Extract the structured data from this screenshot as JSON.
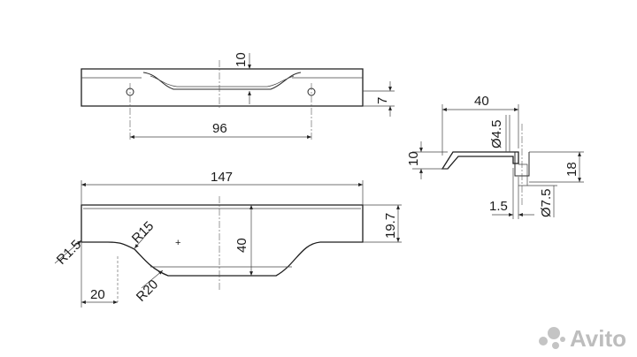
{
  "top_view": {
    "dim_height": "10",
    "dim_width_offset": "7",
    "dim_hole_spacing": "96"
  },
  "front_view": {
    "dim_length": "147",
    "dim_height": "40",
    "dim_side_height": "19.7",
    "dim_corner_radius": "R1.5",
    "dim_radius_15": "R15",
    "dim_radius_20": "R20",
    "dim_offset": "20"
  },
  "section_view": {
    "dim_width": "40",
    "dim_hole_diameter": "Ø4.5",
    "dim_height_10": "10",
    "dim_height_18": "18",
    "dim_countersink": "Ø7.5",
    "dim_thickness": "1.5"
  },
  "watermark": {
    "text": "Avito",
    "icon": "avito-logo-icon"
  }
}
